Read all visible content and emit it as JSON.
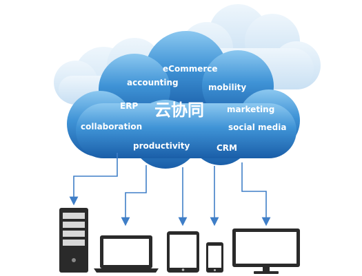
{
  "diagram": {
    "title": "云协同",
    "terms": {
      "ecommerce": "eCommerce",
      "accounting": "accounting",
      "mobility": "mobility",
      "erp": "ERP",
      "marketing": "marketing",
      "collaboration": "collaboration",
      "social_media": "social media",
      "productivity": "productivity",
      "crm": "CRM"
    },
    "devices": [
      "server-tower",
      "laptop",
      "tablet",
      "smartphone",
      "monitor"
    ],
    "colors": {
      "cloud_light": "#d7e8f6",
      "cloud_main_top": "#6fb6ea",
      "cloud_main_bottom": "#1b63ad",
      "arrow": "#3f7ec7",
      "device_body": "#262626"
    }
  }
}
